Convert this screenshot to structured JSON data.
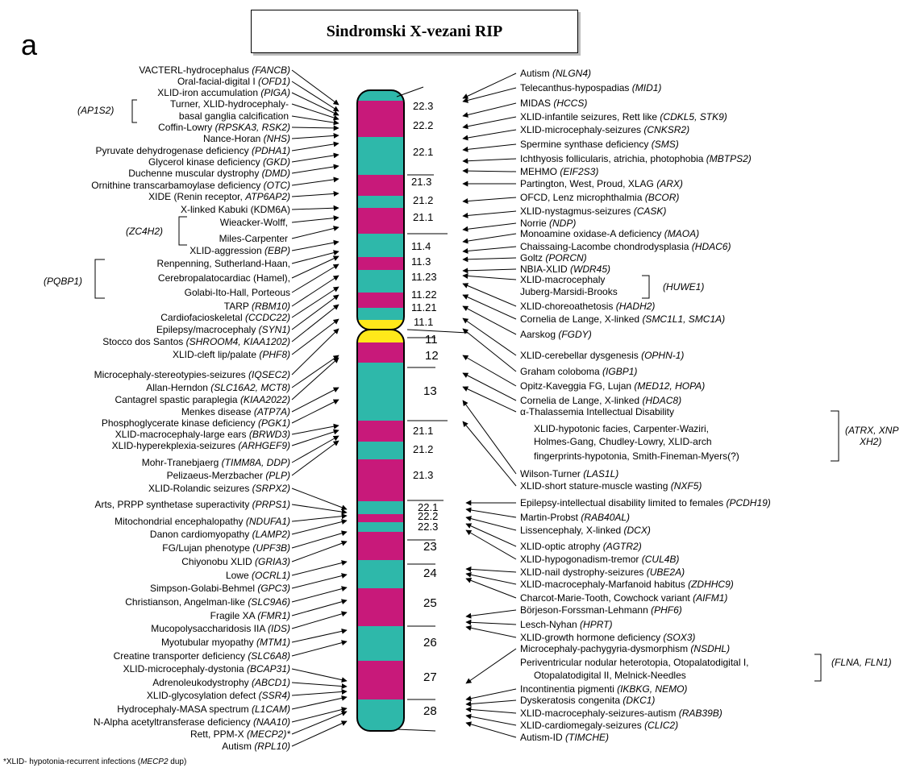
{
  "panel_letter": "a",
  "title": "Sindromski X-vezani RIP",
  "colors": {
    "magenta": "#c8197a",
    "teal": "#2eb8aa",
    "centromere": "#ffe81a"
  },
  "bands": [
    {
      "label": "22.3",
      "color": "teal"
    },
    {
      "label": "22.2",
      "color": "magenta"
    },
    {
      "label": "22.1",
      "color": "teal"
    },
    {
      "label": "21.3",
      "color": "magenta"
    },
    {
      "label": "21.2",
      "color": "teal"
    },
    {
      "label": "21.1",
      "color": "magenta"
    },
    {
      "label": "11.4",
      "color": "teal"
    },
    {
      "label": "11.3",
      "color": "magenta"
    },
    {
      "label": "11.23",
      "color": "teal"
    },
    {
      "label": "11.22",
      "color": "magenta"
    },
    {
      "label": "11.21",
      "color": "teal"
    },
    {
      "label": "11.1",
      "color": "centromere"
    },
    {
      "label": "11",
      "color": "centromere"
    },
    {
      "label": "12",
      "color": "magenta"
    },
    {
      "label": "13",
      "color": "teal"
    },
    {
      "label": "21.1",
      "color": "magenta"
    },
    {
      "label": "21.2",
      "color": "teal"
    },
    {
      "label": "21.3",
      "color": "magenta"
    },
    {
      "label": "22.1",
      "color": "teal"
    },
    {
      "label": "22.2",
      "color": "magenta"
    },
    {
      "label": "22.3",
      "color": "teal"
    },
    {
      "label": "23",
      "color": "magenta"
    },
    {
      "label": "24",
      "color": "teal"
    },
    {
      "label": "25",
      "color": "magenta"
    },
    {
      "label": "26",
      "color": "teal"
    },
    {
      "label": "27",
      "color": "magenta"
    },
    {
      "label": "28",
      "color": "teal"
    }
  ],
  "left": [
    {
      "t": "VACTERL-hydrocephalus ",
      "g": "(FANCB)"
    },
    {
      "t": "Oral-facial-digital I ",
      "g": "(OFD1)"
    },
    {
      "t": "XLID-iron accumulation ",
      "g": "(PIGA)"
    },
    {
      "t": "Turner, XLID-hydrocephaly-",
      "g": ""
    },
    {
      "t": "basal ganglia calcification",
      "g": ""
    },
    {
      "t": "Coffin-Lowry ",
      "g": "(RPSKA3, RSK2)"
    },
    {
      "t": "Nance-Horan ",
      "g": "(NHS)"
    },
    {
      "t": "Pyruvate dehydrogenase deficiency ",
      "g": "(PDHA1)"
    },
    {
      "t": "Glycerol kinase deficiency ",
      "g": "(GKD)"
    },
    {
      "t": "Duchenne muscular dystrophy ",
      "g": "(DMD)"
    },
    {
      "t": "Ornithine transcarbamoylase deficiency ",
      "g": "(OTC)"
    },
    {
      "t": "XIDE (Renin receptor, ",
      "g": "ATP6AP2)"
    },
    {
      "t": "X-linked Kabuki (KDM6A)",
      "g": ""
    },
    {
      "t": "Wieacker-Wolff,",
      "g": ""
    },
    {
      "t": "Miles-Carpenter",
      "g": ""
    },
    {
      "t": "XLID-aggression ",
      "g": "(EBP)"
    },
    {
      "t": "Renpenning, Sutherland-Haan,",
      "g": ""
    },
    {
      "t": "Cerebropalatocardiac (Hamel),",
      "g": ""
    },
    {
      "t": "Golabi-Ito-Hall, Porteous",
      "g": ""
    },
    {
      "t": "TARP ",
      "g": "(RBM10)"
    },
    {
      "t": "Cardiofacioskeletal ",
      "g": "(CCDC22)"
    },
    {
      "t": "Epilepsy/macrocephaly ",
      "g": "(SYN1)"
    },
    {
      "t": "Stocco dos Santos ",
      "g": "(SHROOM4, KIAA1202)"
    },
    {
      "t": "XLID-cleft lip/palate ",
      "g": "(PHF8)"
    },
    {
      "t": "Microcephaly-stereotypies-seizures ",
      "g": "(IQSEC2)"
    },
    {
      "t": "Allan-Herndon ",
      "g": "(SLC16A2, MCT8)"
    },
    {
      "t": "Cantagrel spastic paraplegia ",
      "g": "(KIAA2022)"
    },
    {
      "t": "Menkes disease ",
      "g": "(ATP7A)"
    },
    {
      "t": "Phosphoglycerate kinase deficiency ",
      "g": "(PGK1)"
    },
    {
      "t": "XLID-macrocephaly-large ears ",
      "g": "(BRWD3)"
    },
    {
      "t": "XLID-hyperekplexia-seizures ",
      "g": "(ARHGEF9)"
    },
    {
      "t": "Mohr-Tranebjaerg ",
      "g": "(TIMM8A, DDP)"
    },
    {
      "t": "Pelizaeus-Merzbacher ",
      "g": "(PLP)"
    },
    {
      "t": "XLID-Rolandic seizures ",
      "g": "(SRPX2)"
    },
    {
      "t": "Arts, PRPP synthetase superactivity ",
      "g": "(PRPS1)"
    },
    {
      "t": "Mitochondrial encephalopathy ",
      "g": "(NDUFA1)"
    },
    {
      "t": "Danon cardiomyopathy ",
      "g": "(LAMP2)"
    },
    {
      "t": "FG/Lujan phenotype ",
      "g": "(UPF3B)"
    },
    {
      "t": "Chiyonobu XLID ",
      "g": "(GRIA3)"
    },
    {
      "t": "Lowe ",
      "g": "(OCRL1)"
    },
    {
      "t": "Simpson-Golabi-Behmel ",
      "g": "(GPC3)"
    },
    {
      "t": "Christianson, Angelman-like ",
      "g": "(SLC9A6)"
    },
    {
      "t": "Fragile XA ",
      "g": "(FMR1)"
    },
    {
      "t": "Mucopolysaccharidosis IIA ",
      "g": "(IDS)"
    },
    {
      "t": "Myotubular myopathy ",
      "g": "(MTM1)"
    },
    {
      "t": "Creatine transporter deficiency ",
      "g": "(SLC6A8)"
    },
    {
      "t": "XLID-microcephaly-dystonia ",
      "g": "(BCAP31)"
    },
    {
      "t": "Adrenoleukodystrophy ",
      "g": "(ABCD1)"
    },
    {
      "t": "XLID-glycosylation defect ",
      "g": "(SSR4)"
    },
    {
      "t": "Hydrocephaly-MASA spectrum ",
      "g": "(L1CAM)"
    },
    {
      "t": "N-Alpha acetyltransferase deficiency ",
      "g": "(NAA10)"
    },
    {
      "t": "Rett, PPM-X ",
      "g": "(MECP2)*"
    },
    {
      "t": "Autism ",
      "g": "(RPL10)"
    }
  ],
  "right": [
    {
      "t": "Autism ",
      "g": "(NLGN4)"
    },
    {
      "t": "Telecanthus-hypospadias ",
      "g": "(MID1)"
    },
    {
      "t": "MIDAS ",
      "g": "(HCCS)"
    },
    {
      "t": "XLID-infantile seizures, Rett like ",
      "g": "(CDKL5, STK9)"
    },
    {
      "t": "XLID-microcephaly-seizures ",
      "g": "(CNKSR2)"
    },
    {
      "t": "Spermine synthase deficiency ",
      "g": "(SMS)"
    },
    {
      "t": "Ichthyosis follicularis, atrichia, photophobia ",
      "g": "(MBTPS2)"
    },
    {
      "t": "MEHMO ",
      "g": "(EIF2S3)"
    },
    {
      "t": "Partington, West, Proud, XLAG ",
      "g": "(ARX)"
    },
    {
      "t": "OFCD, Lenz microphthalmia ",
      "g": "(BCOR)"
    },
    {
      "t": "XLID-nystagmus-seizures ",
      "g": "(CASK)"
    },
    {
      "t": "Norrie ",
      "g": "(NDP)"
    },
    {
      "t": "Monoamine oxidase-A deficiency ",
      "g": "(MAOA)"
    },
    {
      "t": "Chaissaing-Lacombe chondrodysplasia ",
      "g": "(HDAC6)"
    },
    {
      "t": "Goltz ",
      "g": "(PORCN)"
    },
    {
      "t": "NBIA-XLID ",
      "g": "(WDR45)"
    },
    {
      "t": "XLID-macrocephaly",
      "g": ""
    },
    {
      "t": "Juberg-Marsidi-Brooks",
      "g": ""
    },
    {
      "t": "XLID-choreoathetosis ",
      "g": "(HADH2)"
    },
    {
      "t": "Cornelia de Lange, X-linked ",
      "g": "(SMC1L1, SMC1A)"
    },
    {
      "t": "Aarskog ",
      "g": "(FGDY)"
    },
    {
      "t": "XLID-cerebellar dysgenesis ",
      "g": "(OPHN-1)"
    },
    {
      "t": "Graham coloboma ",
      "g": "(IGBP1)"
    },
    {
      "t": "Opitz-Kaveggia FG, Lujan ",
      "g": "(MED12, HOPA)"
    },
    {
      "t": "Cornelia de Lange, X-linked ",
      "g": "(HDAC8)"
    },
    {
      "t": "α-Thalassemia Intellectual Disability",
      "g": ""
    },
    {
      "t": "XLID-hypotonic facies, Carpenter-Waziri,",
      "g": ""
    },
    {
      "t": "Holmes-Gang, Chudley-Lowry, XLID-arch",
      "g": ""
    },
    {
      "t": "fingerprints-hypotonia, Smith-Fineman-Myers(?)",
      "g": ""
    },
    {
      "t": "Wilson-Turner ",
      "g": "(LAS1L)"
    },
    {
      "t": "XLID-short stature-muscle wasting ",
      "g": "(NXF5)"
    },
    {
      "t": "Epilepsy-intellectual disability limited to females ",
      "g": "(PCDH19)"
    },
    {
      "t": "Martin-Probst ",
      "g": "(RAB40AL)"
    },
    {
      "t": "Lissencephaly, X-linked ",
      "g": "(DCX)"
    },
    {
      "t": "XLID-optic atrophy ",
      "g": "(AGTR2)"
    },
    {
      "t": "XLID-hypogonadism-tremor ",
      "g": "(CUL4B)"
    },
    {
      "t": "XLID-nail dystrophy-seizures ",
      "g": "(UBE2A)"
    },
    {
      "t": "XLID-macrocephaly-Marfanoid habitus ",
      "g": "(ZDHHC9)"
    },
    {
      "t": "Charcot-Marie-Tooth, Cowchock variant ",
      "g": "(AIFM1)"
    },
    {
      "t": "Börjeson-Forssman-Lehmann ",
      "g": "(PHF6)"
    },
    {
      "t": "Lesch-Nyhan ",
      "g": "(HPRT)"
    },
    {
      "t": "XLID-growth hormone deficiency ",
      "g": "(SOX3)"
    },
    {
      "t": "Microcephaly-pachygyria-dysmorphism ",
      "g": "(NSDHL)"
    },
    {
      "t": "Periventricular nodular heterotopia, Otopalatodigital I,",
      "g": ""
    },
    {
      "t": "Otopalatodigital II,  Melnick-Needles",
      "g": ""
    },
    {
      "t": "Incontinentia pigmenti ",
      "g": "(IKBKG, NEMO)"
    },
    {
      "t": "Dyskeratosis congenita ",
      "g": "(DKC1)"
    },
    {
      "t": "XLID-macrocephaly-seizures-autism ",
      "g": "(RAB39B)"
    },
    {
      "t": "XLID-cardiomegaly-seizures ",
      "g": "(CLIC2)"
    },
    {
      "t": "Autism-ID ",
      "g": "(TIMCHE)"
    }
  ],
  "gene_groups": {
    "ap1s2": "(AP1S2)",
    "zc4h2": "(ZC4H2)",
    "pqbp1": "(PQBP1)",
    "huwe1": "(HUWE1)",
    "atrx": "(ATRX, XNP",
    "atrx2": "XH2)",
    "flna": "(FLNA, FLN1)"
  },
  "footnote": {
    "pre": "*XLID- hypotonia-recurrent infections (",
    "gene": "MECP2",
    "post": " dup)"
  }
}
